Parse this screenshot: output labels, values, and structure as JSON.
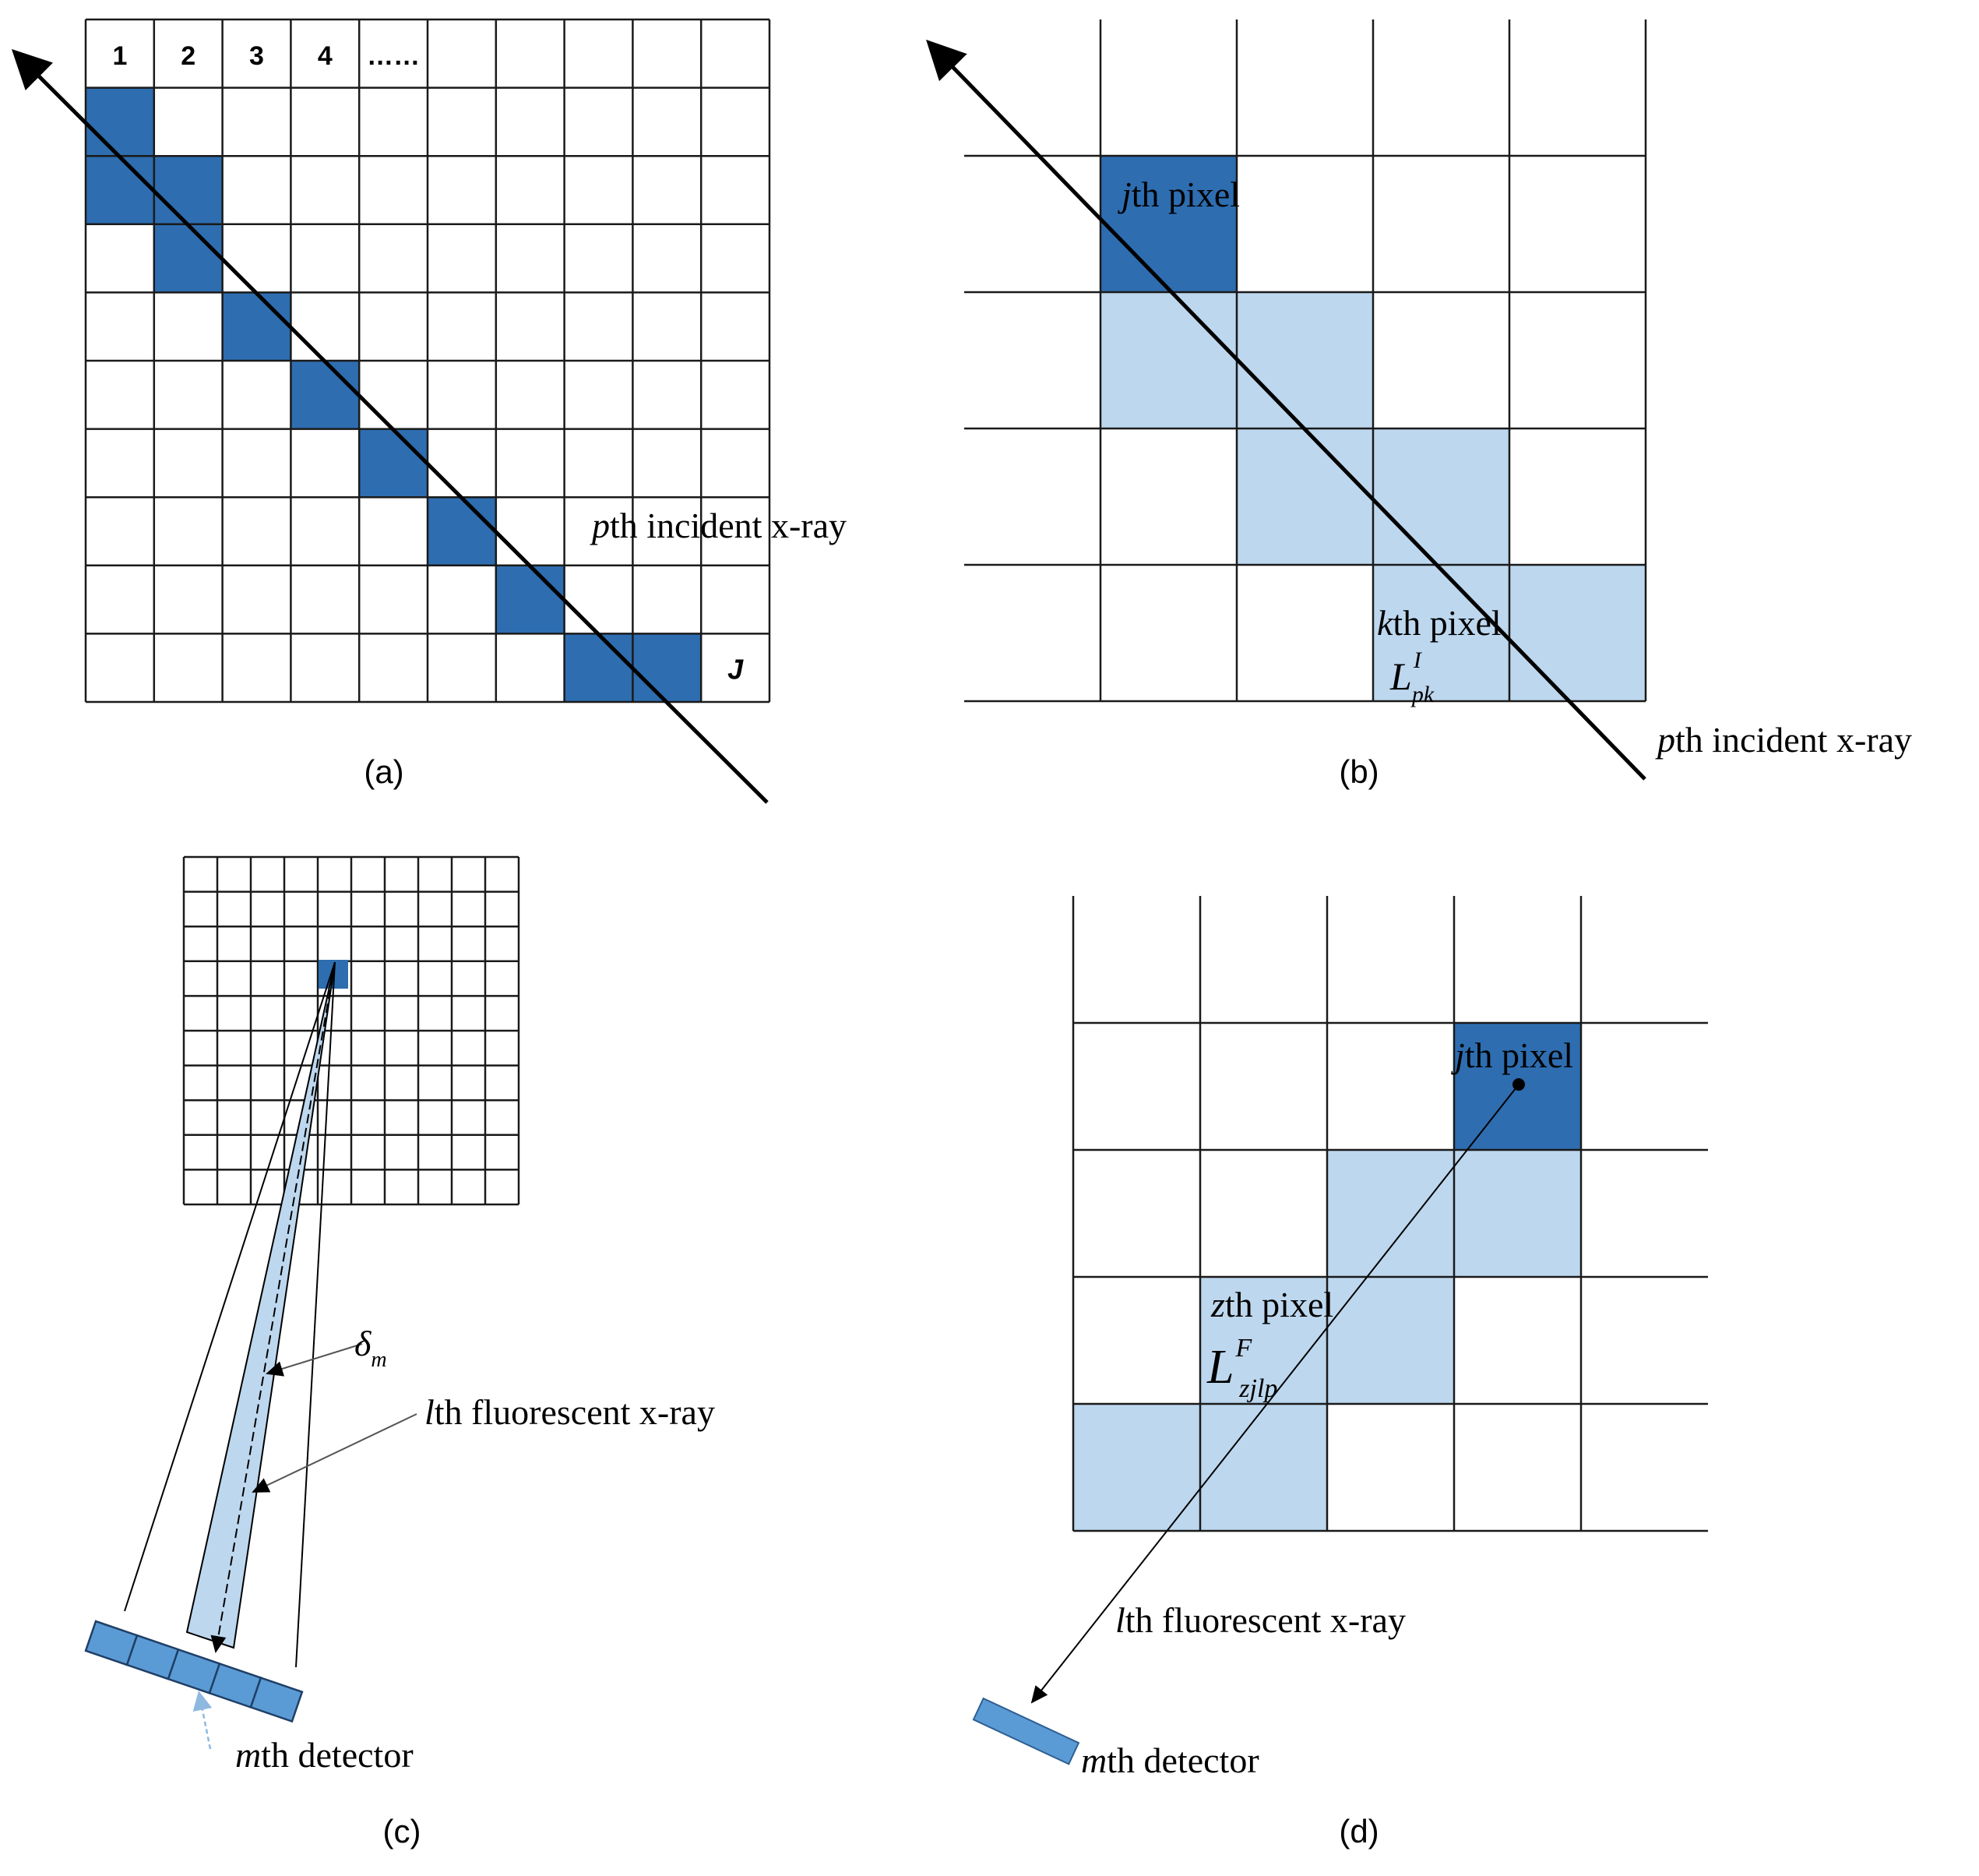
{
  "colors": {
    "dark_pixel": "#2e6db0",
    "light_pixel": "#bdd7ee",
    "detector": "#5b9bd5",
    "grid": "#1a1a1a"
  },
  "panel_a": {
    "caption": "(a)",
    "column_labels": [
      "1",
      "2",
      "3",
      "4",
      "……"
    ],
    "last_label": "J",
    "ray_label_var": "p",
    "ray_label_rest": "th incident x-ray"
  },
  "panel_b": {
    "caption": "(b)",
    "j_pixel_var": "j",
    "j_pixel_rest": "th pixel",
    "k_pixel_var": "k",
    "k_pixel_rest": "th pixel",
    "length_symbol": "L",
    "length_sup": "I",
    "length_sub": "pk",
    "ray_label_var": "p",
    "ray_label_rest": "th incident x-ray"
  },
  "panel_c": {
    "caption": "(c)",
    "angle_symbol": "δ",
    "angle_sub": "m",
    "fluor_var": "l",
    "fluor_rest": "th fluorescent x-ray",
    "detector_var": "m",
    "detector_rest": "th detector"
  },
  "panel_d": {
    "caption": "(d)",
    "j_pixel_var": "j",
    "j_pixel_rest": "th pixel",
    "z_pixel_var": "z",
    "z_pixel_rest": "th pixel",
    "length_symbol": "L",
    "length_sup": "F",
    "length_sub": "zjlp",
    "fluor_var": "l",
    "fluor_rest": "th fluorescent x-ray",
    "detector_var": "m",
    "detector_rest": "th detector"
  }
}
